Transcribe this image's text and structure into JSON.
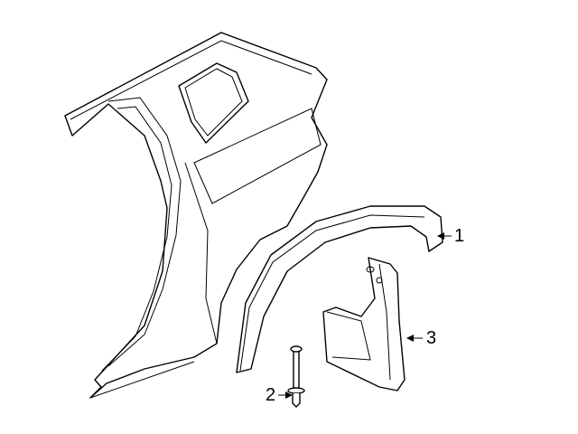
{
  "diagram": {
    "callouts": [
      {
        "number": "1",
        "part": "wheel-opening-molding"
      },
      {
        "number": "2",
        "part": "retainer-clip"
      },
      {
        "number": "3",
        "part": "mud-flap"
      }
    ],
    "line_color": "#000000",
    "background": "#ffffff"
  }
}
